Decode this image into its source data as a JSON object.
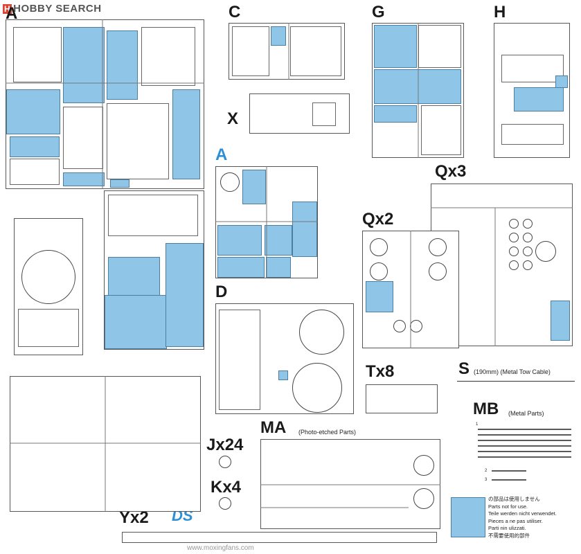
{
  "watermark": {
    "brand": "HOBBY SEARCH",
    "brand_mark": "H"
  },
  "sprue_labels": {
    "A_main": "A",
    "C": "C",
    "G": "G",
    "H": "H",
    "X": "X",
    "A_blue": "A",
    "Qx3": "Qx3",
    "Qx2": "Qx2",
    "D": "D",
    "Tx8": "Tx8",
    "S": "S",
    "S_desc": "(190mm) (Metal Tow Cable)",
    "MB": "MB",
    "MB_desc": "(Metal Parts)",
    "MA": "MA",
    "MA_desc": "(Photo-etched Parts)",
    "Jx24": "Jx24",
    "Kx4": "Kx4",
    "Yx2": "Yx2",
    "DS": "DS"
  },
  "notice": {
    "lines": [
      "の部品は使用しません",
      "Parts not for use.",
      "Teile werden nicht verwendet.",
      "Pieces a ne pas utiliser.",
      "Parti nin ulizzati.",
      "不需要使用的部件"
    ]
  },
  "mb_numbers": [
    "1",
    "2",
    "3"
  ],
  "footer_watermark": "www.moxingfans.com",
  "colors": {
    "highlight": "#8fc6e8",
    "accent_label": "#2f8fd6"
  }
}
